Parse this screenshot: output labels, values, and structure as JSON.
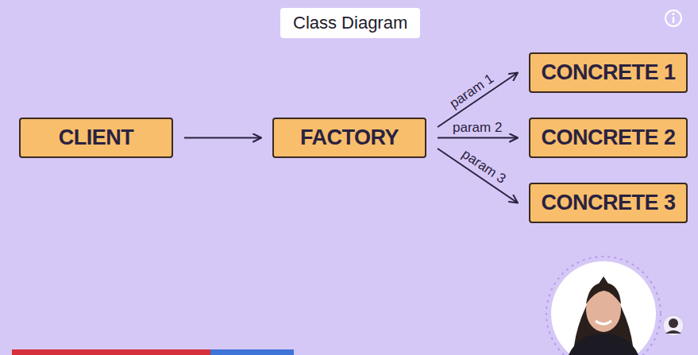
{
  "diagram": {
    "title": "Class Diagram",
    "nodes": [
      {
        "text": [
          "CLIENT"
        ]
      },
      {
        "text": [
          "FACTORY"
        ]
      },
      {
        "text": [
          "CONCRETE 1"
        ]
      },
      {
        "text": [
          "CONCRETE 2"
        ]
      },
      {
        "text": [
          "CONCRETE 3"
        ]
      }
    ],
    "edges": [
      {
        "from": 0,
        "to": 1,
        "arrow": "to"
      },
      {
        "from": 1,
        "to": 2,
        "label": "param 1",
        "arrow": "to"
      },
      {
        "from": 1,
        "to": 3,
        "label": "param 2",
        "arrow": "to"
      },
      {
        "from": 1,
        "to": 4,
        "label": "param 3",
        "arrow": "to"
      }
    ]
  }
}
